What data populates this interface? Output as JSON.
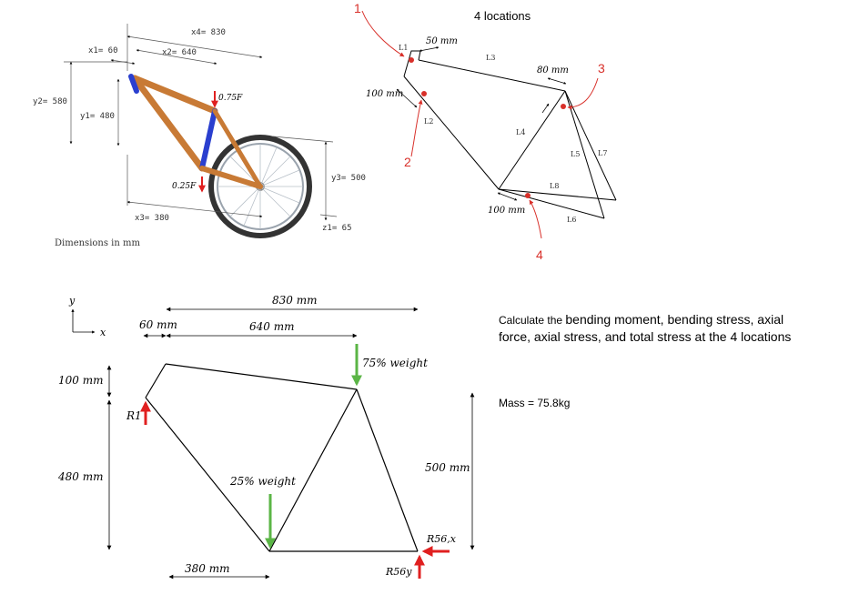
{
  "bike_photo": {
    "x1": "x1= 60",
    "x2": "x2= 640",
    "x3": "x3= 380",
    "x4": "x4= 830",
    "y1": "y1= 480",
    "y2": "y2= 580",
    "y3": "y3= 500",
    "z1": "z1= 65",
    "f_upper": "0.75F",
    "f_lower": "0.25F",
    "caption": "Dimensions in mm"
  },
  "frame_diagram": {
    "axis_y": "y",
    "axis_x": "x",
    "dim_830": "830 mm",
    "dim_640": "640 mm",
    "dim_60": "60 mm",
    "dim_100": "100 mm",
    "dim_480": "480 mm",
    "dim_500": "500 mm",
    "dim_380": "380 mm",
    "load_75": "75% weight",
    "load_25": "25% weight",
    "r1": "R1",
    "r56x": "R56,x",
    "r56y": "R56y"
  },
  "locations_diagram": {
    "title": "4 locations",
    "dim_50": "50 mm",
    "dim_100_top": "100 mm",
    "dim_80": "80 mm",
    "dim_100_bottom": "100 mm",
    "l1": "L1",
    "l2": "L2",
    "l3": "L3",
    "l4": "L4",
    "l5": "L5",
    "l6": "L6",
    "l7": "L7",
    "l8": "L8",
    "mark_1": "1",
    "mark_2": "2",
    "mark_3": "3",
    "mark_4": "4"
  },
  "task": {
    "line1_prefix": "Calculate the ",
    "line1_rest": "bending moment, bending stress, axial",
    "line2": "force, axial stress, and total stress at the 4 locations",
    "mass": "Mass = 75.8kg"
  },
  "colors": {
    "green_arrow": "#5bb546",
    "red_arrow": "#e02020",
    "red_marker": "#d8302a",
    "frame_tube": "#c87a35",
    "fork_blue": "#2a3fcf"
  }
}
